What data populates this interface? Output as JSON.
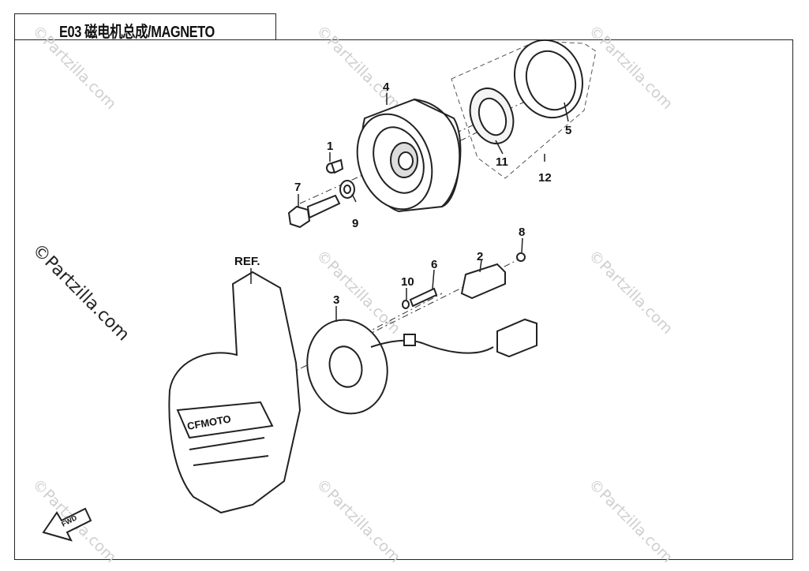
{
  "title": "E03 磁电机总成/MAGNETO",
  "watermark": "©Partzilla.com",
  "logo_text": "CFMOTO",
  "fwd_text": "FWD",
  "ref_label": "REF.",
  "callouts": [
    "1",
    "2",
    "3",
    "4",
    "5",
    "6",
    "7",
    "8",
    "9",
    "10",
    "11",
    "12"
  ],
  "colors": {
    "line": "#222222",
    "watermark": "#cfcfcf"
  }
}
